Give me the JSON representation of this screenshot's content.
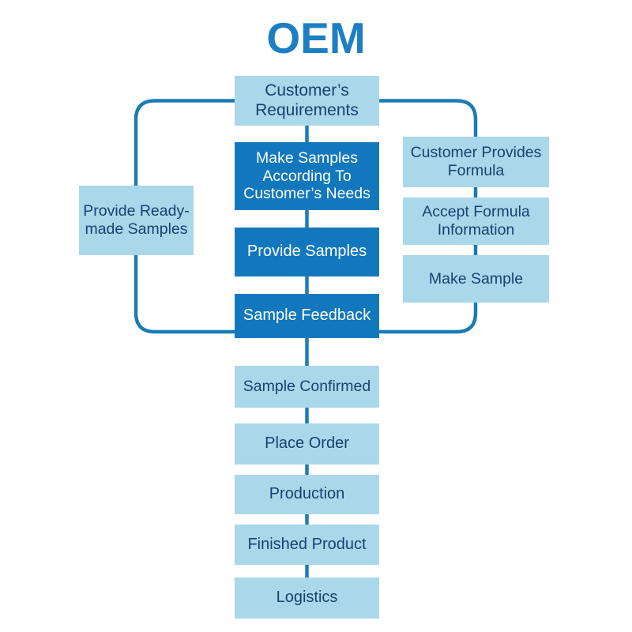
{
  "title": "OEM",
  "colors": {
    "accent": "#1c7fc4",
    "box_dark": "#1278be",
    "box_light": "#a9d8ea",
    "text_navy": "#1b3f72",
    "text_white": "#ffffff",
    "connector": "#1b7cb5",
    "background": "#ffffff"
  },
  "diagram": {
    "type": "flowchart",
    "start": {
      "label": "Customer’s Requirements"
    },
    "branch_left": {
      "label": "Provide Ready-made Samples"
    },
    "branch_center": [
      {
        "label": "Make Samples According To Customer’s Needs"
      },
      {
        "label": "Provide Samples"
      },
      {
        "label": "Sample Feedback"
      }
    ],
    "branch_right": [
      {
        "label": "Customer Provides Formula"
      },
      {
        "label": "Accept Formula Information"
      },
      {
        "label": "Make Sample"
      }
    ],
    "main_flow": [
      {
        "label": "Sample Confirmed"
      },
      {
        "label": "Place Order"
      },
      {
        "label": "Production"
      },
      {
        "label": "Finished Product"
      },
      {
        "label": "Logistics"
      }
    ]
  }
}
